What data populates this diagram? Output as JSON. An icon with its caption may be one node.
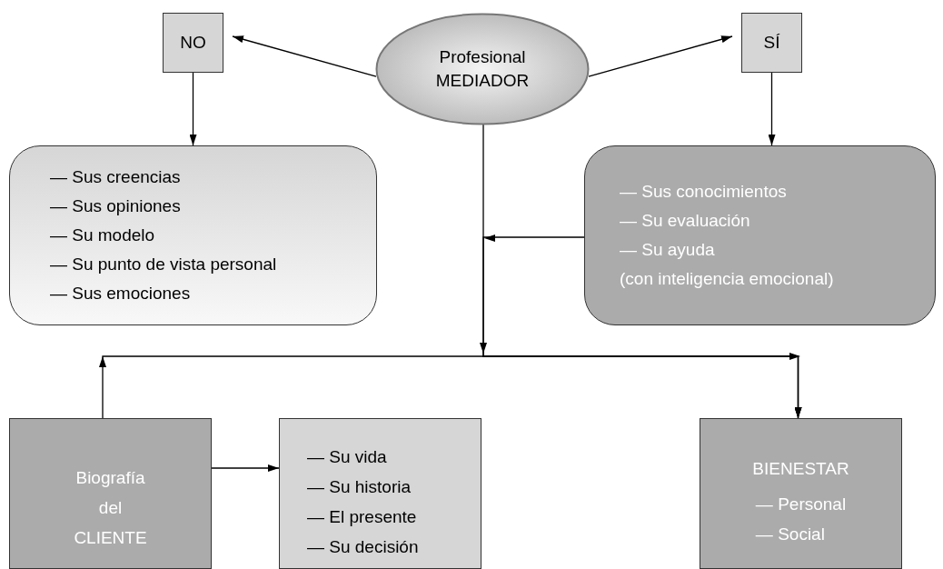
{
  "diagram": {
    "nodes": [
      {
        "text": [
          "NO"
        ]
      },
      {
        "text": [
          "Profesional MEDIADOR"
        ]
      },
      {
        "text": [
          "SÍ"
        ]
      },
      {
        "text": [
          "— Sus creencias",
          "— Sus opiniones",
          "— Su modelo",
          "— Su punto de vista personal",
          "— Sus emociones"
        ]
      },
      {
        "text": [
          "— Sus conocimientos",
          "— Su evaluación",
          "— Su ayuda",
          "(con inteligencia emocional)"
        ]
      },
      {
        "text": [
          "Biografía del CLIENTE"
        ]
      },
      {
        "text": [
          "— Su vida",
          "— Su historia",
          "— El presente",
          "— Su decisión"
        ]
      },
      {
        "text": [
          "BIENESTAR",
          "— Personal",
          "— Social"
        ]
      }
    ],
    "edges": [
      {
        "from": 1,
        "to": 0,
        "arrow": "to"
      },
      {
        "from": 1,
        "to": 2,
        "arrow": "to"
      },
      {
        "from": 0,
        "to": 3,
        "arrow": "to"
      },
      {
        "from": 2,
        "to": 4,
        "arrow": "to"
      },
      {
        "from": 1,
        "to": 7,
        "arrow": "to"
      },
      {
        "from": 4,
        "to": 7,
        "arrow": "to"
      },
      {
        "from": 5,
        "to": 7,
        "arrow": "to"
      },
      {
        "from": 5,
        "to": 6,
        "arrow": "to"
      }
    ]
  }
}
